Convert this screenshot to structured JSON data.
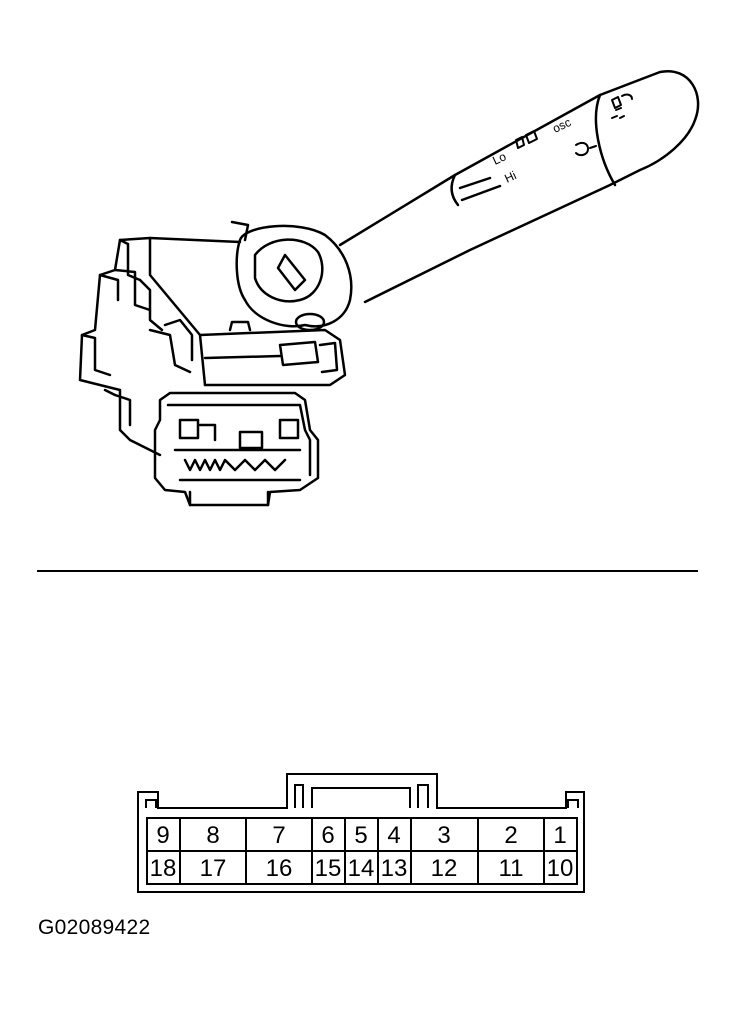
{
  "figure_id": "G02089422",
  "switch_markings": {
    "lo": "Lo",
    "hi": "Hi",
    "osc": "osc"
  },
  "connector": {
    "top_row": [
      "9",
      "8",
      "7",
      "6",
      "5",
      "4",
      "3",
      "2",
      "1"
    ],
    "bottom_row": [
      "18",
      "17",
      "16",
      "15",
      "14",
      "13",
      "12",
      "11",
      "10"
    ]
  }
}
